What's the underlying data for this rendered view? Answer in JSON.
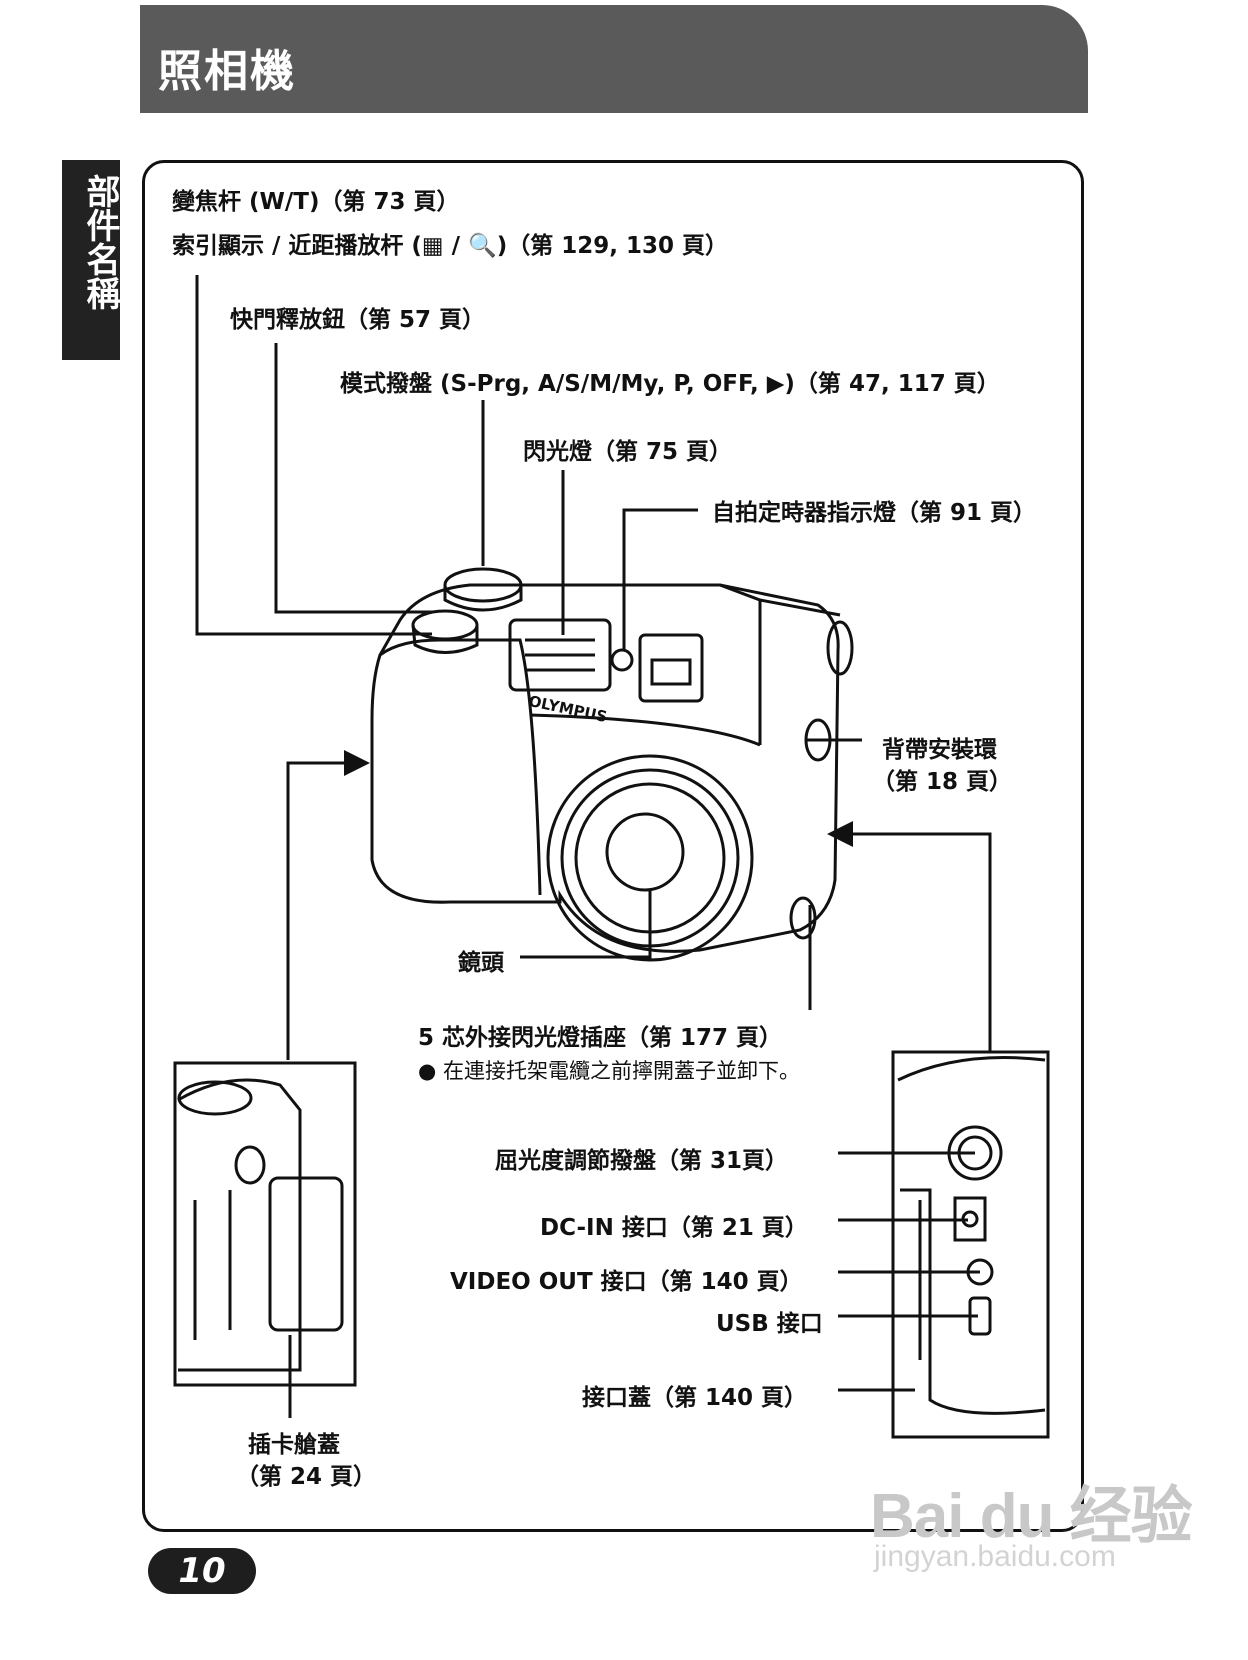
{
  "header": {
    "title": "照相機"
  },
  "side_tab": {
    "label": "部件名稱"
  },
  "labels": {
    "zoom": "變焦杆 (W/T)（第 73 頁）",
    "index": "索引顯示 / 近距播放杆 (▦ / 🔍)（第 129, 130 頁）",
    "shutter": "快門釋放鈕（第 57 頁）",
    "mode_dial": "模式撥盤 (S-Prg, A/S/M/My, P, OFF, ▶)（第 47, 117 頁）",
    "flash": "閃光燈（第 75 頁）",
    "selftimer": "自拍定時器指示燈（第 91 頁）",
    "strap_1": "背帶安裝環",
    "strap_2": "（第 18 頁）",
    "lens": "鏡頭",
    "flash_socket": "5 芯外接閃光燈插座（第 177 頁）",
    "flash_socket_note": "● 在連接托架電纜之前擰開蓋子並卸下。",
    "diopter": "屈光度調節撥盤（第 31頁）",
    "dcin": "DC-IN 接口（第 21 頁）",
    "videoout": "VIDEO OUT 接口（第 140 頁）",
    "usb": "USB 接口",
    "connector_cover": "接口蓋（第 140 頁）",
    "card_cover_1": "插卡艙蓋",
    "card_cover_2": "（第 24 頁）",
    "brand": "OLYMPUS"
  },
  "page_number": "10",
  "watermark": {
    "main": "Bai du 经验",
    "sub": "jingyan.baidu.com"
  }
}
